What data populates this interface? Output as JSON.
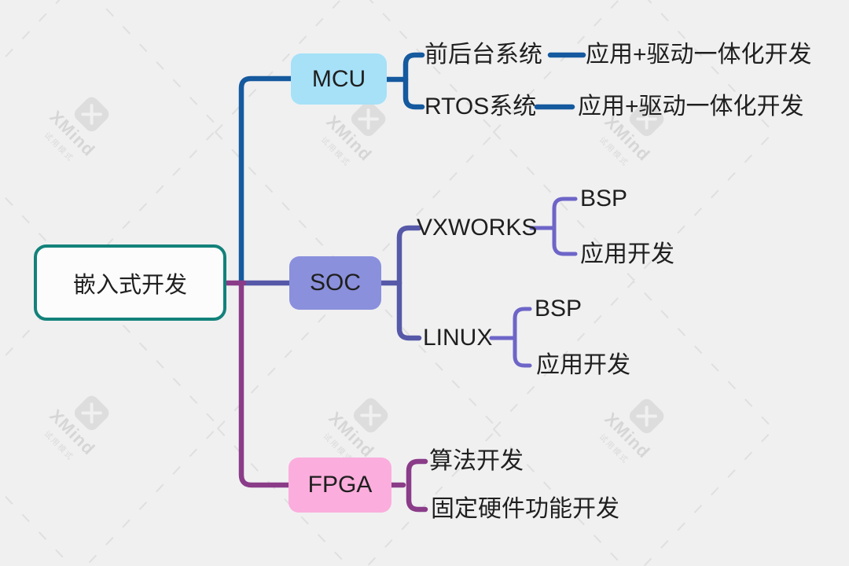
{
  "canvas": {
    "background": "#f0f0f1",
    "pattern_line_color": "#dfdfdf"
  },
  "watermark": {
    "brand": "XMind",
    "subtitle": "试用模式"
  },
  "colors": {
    "root_border": "#12827a",
    "mcu_box": "#a6e1f8",
    "soc_box": "#8a90dc",
    "fpga_box": "#fbaddd",
    "mcu_line": "#15599e",
    "soc_line": "#5659a8",
    "soc_sub_line": "#6e65c8",
    "fpga_line": "#8a3c89",
    "text": "#1f1f1f"
  },
  "mindmap": {
    "root": {
      "label": "嵌入式开发"
    },
    "branches": [
      {
        "label": "MCU",
        "children": [
          {
            "label": "前后台系统",
            "children": [
              {
                "label": "应用+驱动一体化开发"
              }
            ]
          },
          {
            "label": "RTOS系统",
            "children": [
              {
                "label": "应用+驱动一体化开发"
              }
            ]
          }
        ]
      },
      {
        "label": "SOC",
        "children": [
          {
            "label": "VXWORKS",
            "children": [
              {
                "label": "BSP"
              },
              {
                "label": "应用开发"
              }
            ]
          },
          {
            "label": "LINUX",
            "children": [
              {
                "label": "BSP"
              },
              {
                "label": "应用开发"
              }
            ]
          }
        ]
      },
      {
        "label": "FPGA",
        "children": [
          {
            "label": "算法开发"
          },
          {
            "label": "固定硬件功能开发"
          }
        ]
      }
    ]
  }
}
